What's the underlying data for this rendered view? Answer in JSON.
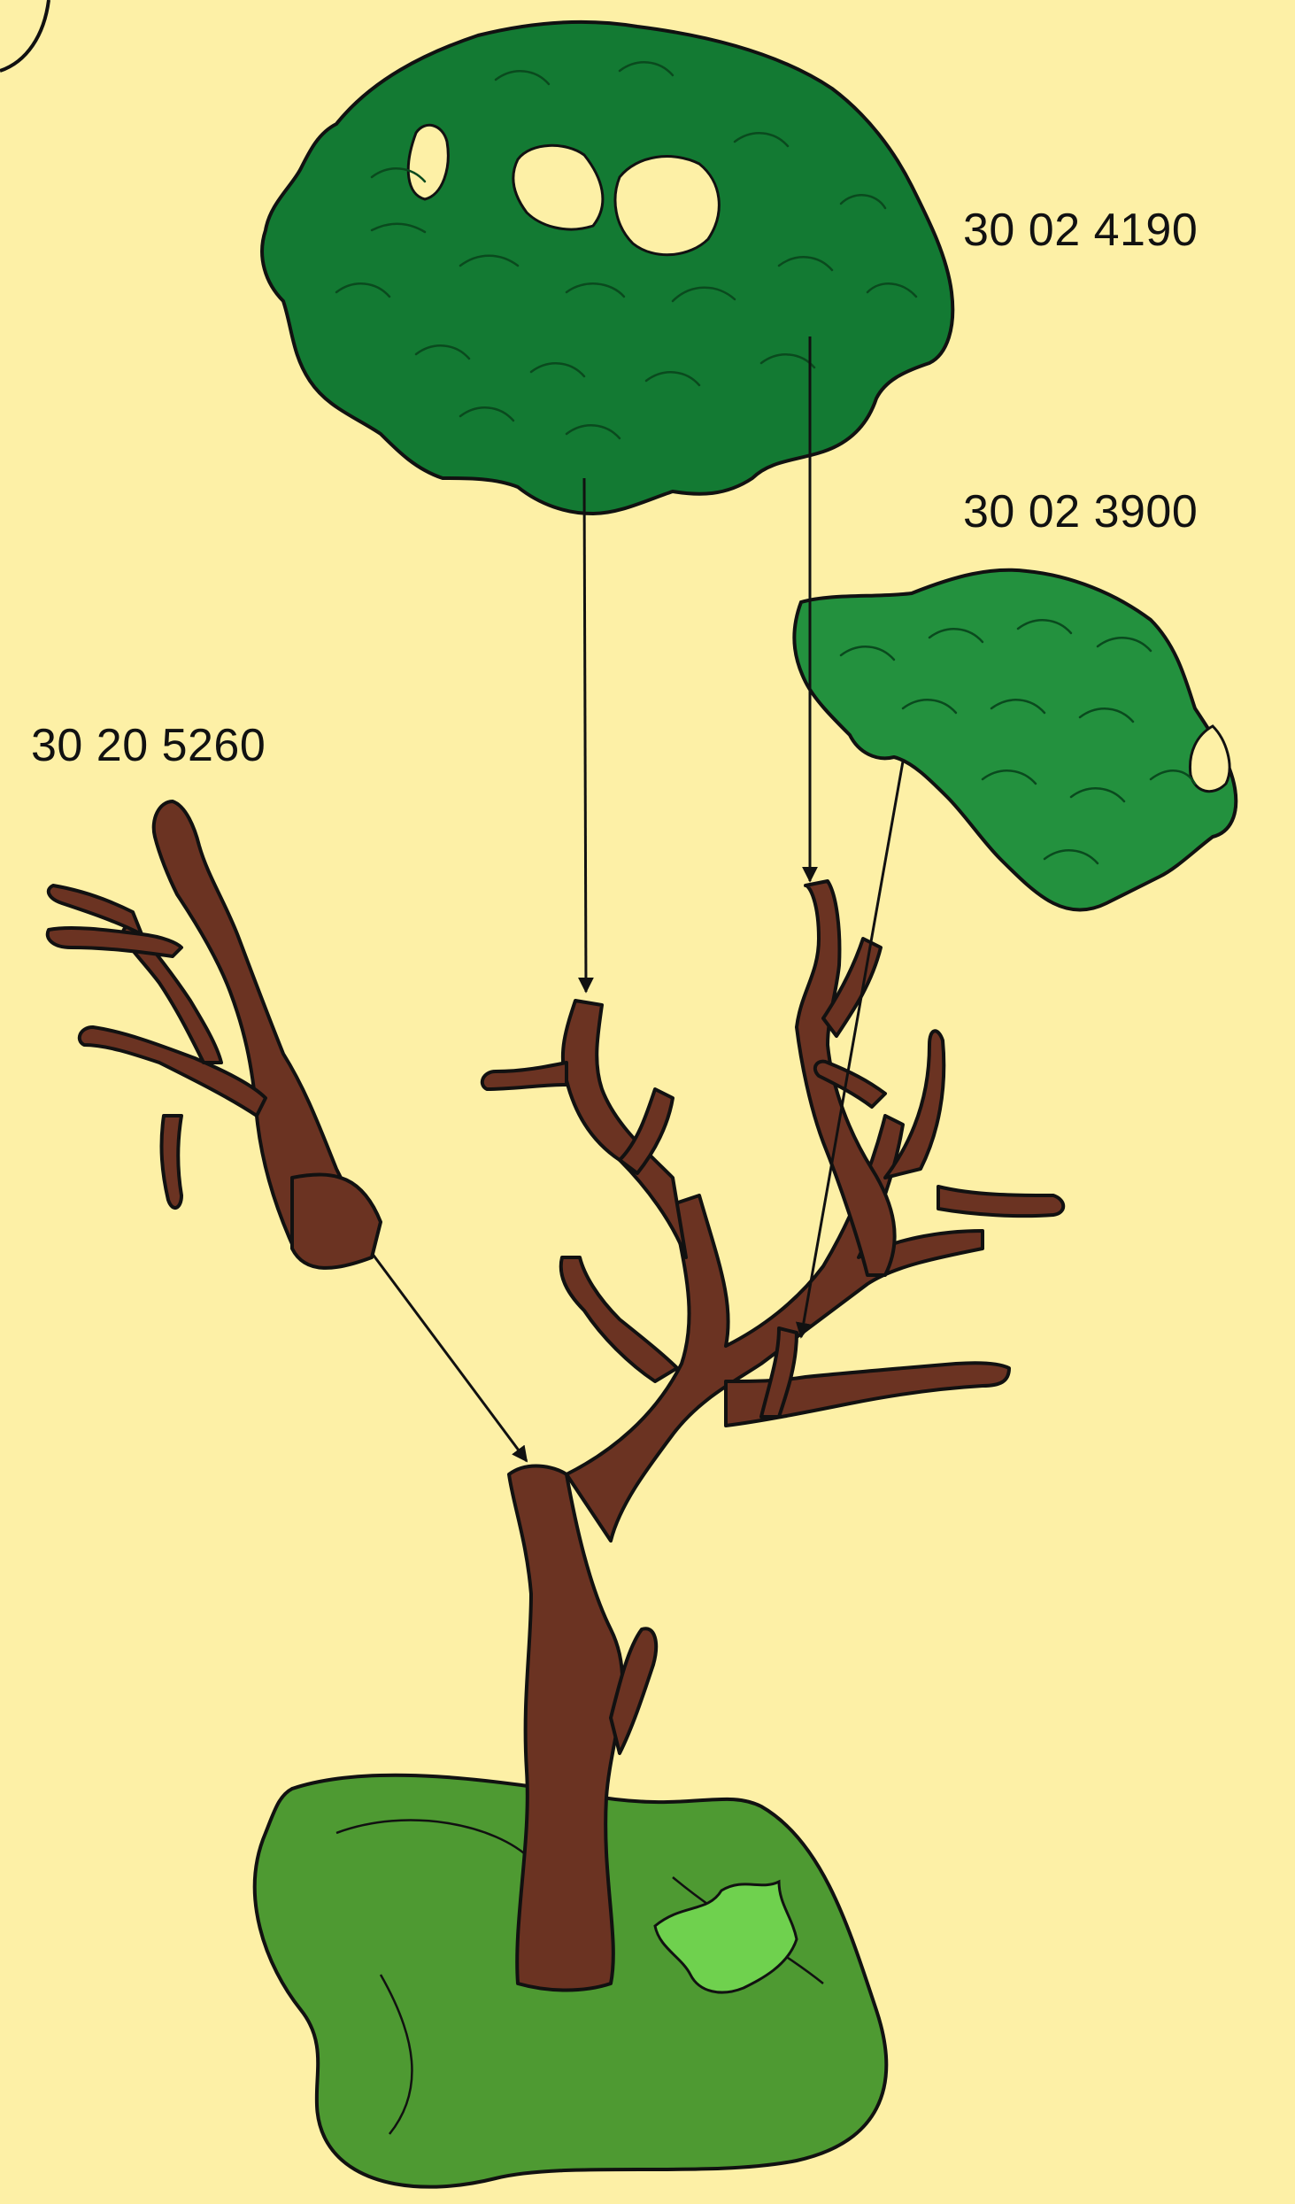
{
  "labels": {
    "canopy_large": "30 02 4190",
    "canopy_small": "30 02 3900",
    "branch": "30 20 5260"
  },
  "colors": {
    "background": "#FDF0A6",
    "foliage_dark": "#137A33",
    "foliage_light": "#23913E",
    "bark": "#6B3322",
    "ground": "#4E9A32",
    "leaf": "#6FD14E",
    "outline": "#111111"
  }
}
